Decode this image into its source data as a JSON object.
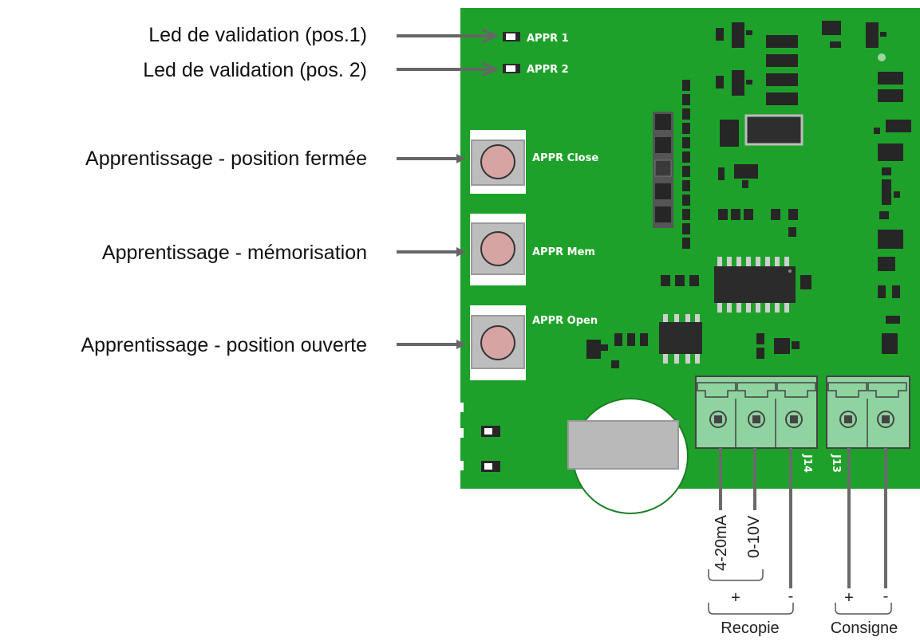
{
  "colors": {
    "board": "#1ea12a",
    "board_dark": "#178a22",
    "connector": "#8fd4a0",
    "arrow": "#666666",
    "button_cap": "#d7a4a4",
    "button_body": "#bdbdbd"
  },
  "callouts": [
    {
      "id": "led1",
      "label": "Led de validation (pos.1)"
    },
    {
      "id": "led2",
      "label": "Led de validation (pos. 2)"
    },
    {
      "id": "close",
      "label": "Apprentissage - position fermée"
    },
    {
      "id": "mem",
      "label": "Apprentissage - mémorisation"
    },
    {
      "id": "open",
      "label": "Apprentissage - position ouverte"
    }
  ],
  "silkscreen": {
    "appr1": "APPR 1",
    "appr2": "APPR 2",
    "close": "APPR Close",
    "mem": "APPR Mem",
    "open": "APPR Open",
    "j14": "J14",
    "j13": "J13"
  },
  "terminals": {
    "wire_4_20": "4-20mA",
    "wire_0_10": "0-10V",
    "plus_recopie": "+",
    "minus_recopie": "-",
    "plus_consigne": "+",
    "minus_consigne": "-",
    "recopie": "Recopie",
    "consigne": "Consigne"
  }
}
